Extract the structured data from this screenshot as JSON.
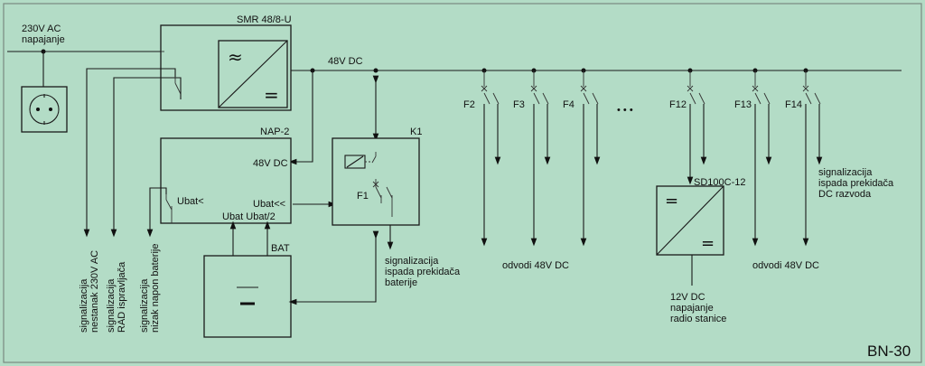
{
  "diagram": {
    "label_id": "BN-30",
    "ac_input": {
      "line1": "230V AC",
      "line2": "napajanje"
    },
    "rectifier": {
      "name": "SMR 48/8-U",
      "symbol_ac": "≈",
      "symbol_dc": "="
    },
    "bus": {
      "label": "48V DC"
    },
    "nap2": {
      "name": "NAP-2",
      "dc_label": "48V DC",
      "ubat_lt": "Ubat<",
      "ubat_ll": "Ubat<<",
      "ubat_pins": "Ubat Ubat/2"
    },
    "k1": {
      "name": "K1",
      "fuse": "F1"
    },
    "battery": {
      "name": "BAT"
    },
    "signals_left": [
      {
        "line1": "signalizacija",
        "line2": "nestanak 230V AC"
      },
      {
        "line1": "signalizacija",
        "line2": "RAD ispravljača"
      },
      {
        "line1": "signalizacija",
        "line2": "nizak napon baterije"
      }
    ],
    "battery_signal": {
      "line1": "signalizacija",
      "line2": "ispada prekidača",
      "line3": "baterije"
    },
    "breakers": [
      "F2",
      "F3",
      "F4",
      "F12",
      "F13",
      "F14"
    ],
    "ellipsis": "• • •",
    "converter": {
      "name": "SD100C-12",
      "symbol_top": "=",
      "symbol_bottom": "="
    },
    "radio": {
      "line1": "12V DC",
      "line2": "napajanje",
      "line3": "radio stanice"
    },
    "outputs_left": "odvodi 48V DC",
    "outputs_right": "odvodi 48V DC",
    "dc_signal": {
      "line1": "signalizacija",
      "line2": "ispada prekidača",
      "line3": "DC razvoda"
    }
  }
}
